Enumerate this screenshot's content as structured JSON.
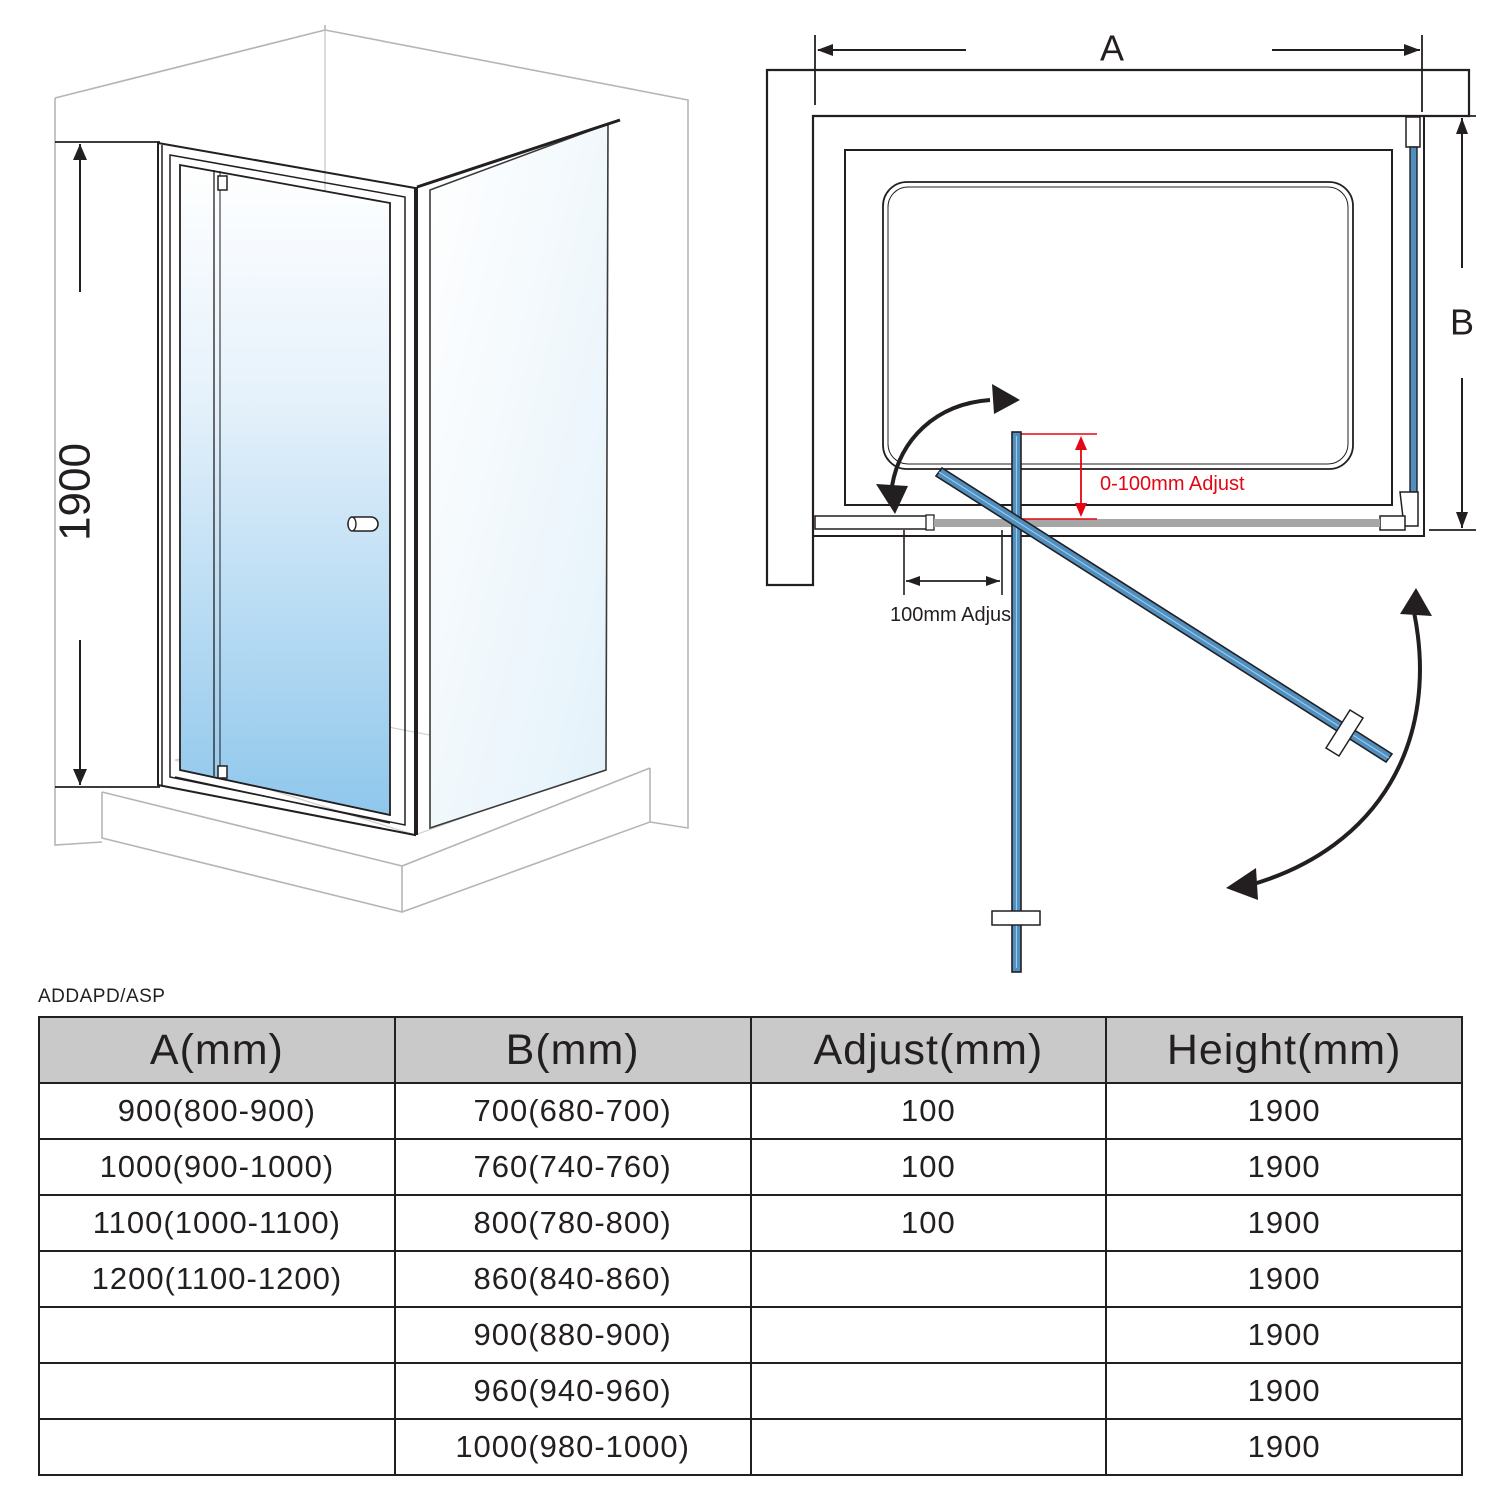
{
  "perspective_view": {
    "height_label": "1900"
  },
  "plan_view": {
    "width_label": "A",
    "depth_label": "B",
    "depth_adjust_label": "0-100mm Adjust",
    "width_adjust_label": "100mm Adjust"
  },
  "colors": {
    "line": "#231f20",
    "glass_blue": "#4f8fc0",
    "adjust_red": "#e30613",
    "table_header": "#c9c9c9"
  },
  "product_code": "ADDAPD/ASP",
  "table": {
    "headers": [
      "A(mm)",
      "B(mm)",
      "Adjust(mm)",
      "Height(mm)"
    ],
    "rows": [
      [
        "900(800-900)",
        "700(680-700)",
        "100",
        "1900"
      ],
      [
        "1000(900-1000)",
        "760(740-760)",
        "100",
        "1900"
      ],
      [
        "1100(1000-1100)",
        "800(780-800)",
        "100",
        "1900"
      ],
      [
        "1200(1100-1200)",
        "860(840-860)",
        "",
        "1900"
      ],
      [
        "",
        "900(880-900)",
        "",
        "1900"
      ],
      [
        "",
        "960(940-960)",
        "",
        "1900"
      ],
      [
        "",
        "1000(980-1000)",
        "",
        "1900"
      ]
    ]
  }
}
